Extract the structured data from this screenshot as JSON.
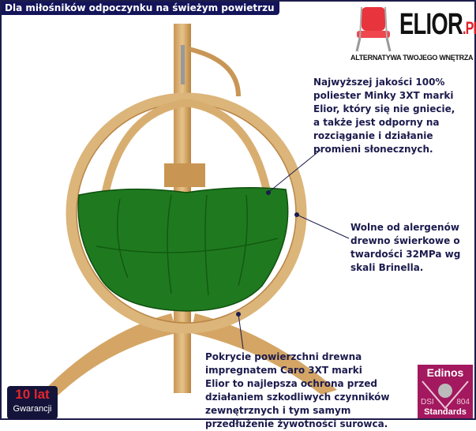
{
  "header": {
    "title": "Dla miłośników odpoczynku na świeżym powietrzu"
  },
  "logo": {
    "brand": "ELIOR",
    "domain": ".PL",
    "tagline": "ALTERNATYWA TWOJEGO WNĘTRZA",
    "icon": "red-chair-icon"
  },
  "features": [
    {
      "text": "Najwyższej jakości 100%\npoliester Minky 3XT marki\nElior, który się nie gniecie,\na także jest odporny na\nrozciąganie i działanie\npromieni słonecznych."
    },
    {
      "text": "Wolne od alergenów\ndrewno świerkowe o\ntwardości 32MPa wg\nskali Brinella."
    },
    {
      "text": "Pokrycie powierzchni drewna\nimpregnatem Caro 3XT marki\nElior to najlepsza ochrona przed\ndziałaniem szkodliwych czynników\nzewnętrznych i tym samym\nprzedłużenie żywotności surowca."
    }
  ],
  "warranty": {
    "years": "10 lat",
    "label": "Gwarancji"
  },
  "certificate": {
    "name": "Edinos",
    "left": "DSI",
    "right": "804",
    "bottom": "Standards"
  },
  "colors": {
    "cushion": "#1f7a1f",
    "wood": "#d9ad6e",
    "text": "#1b1b4d",
    "badge": "#a3185e"
  }
}
